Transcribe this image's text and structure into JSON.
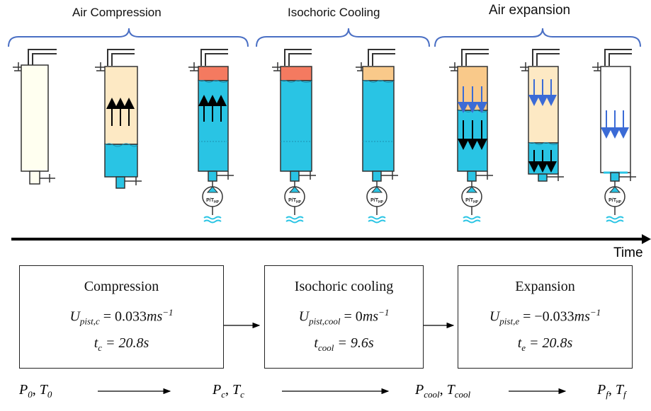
{
  "phases": {
    "compression": "Air Compression",
    "cooling": "Isochoric Cooling",
    "expansion": "Air expansion"
  },
  "pump_label": "P/T",
  "pump_sub": "HP",
  "time_label": "Time",
  "boxes": [
    {
      "title": "Compression",
      "u_sub": "pist,c",
      "u_value": "= 0.033",
      "u_unit": "ms",
      "u_exp": "−1",
      "t_sub": "c",
      "t_value": "= 20.8s"
    },
    {
      "title": "Isochoric cooling",
      "u_sub": "pist,cool",
      "u_value": "= 0",
      "u_unit": "ms",
      "u_exp": "−1",
      "t_sub": "cool",
      "t_value": "= 9.6s"
    },
    {
      "title": "Expansion",
      "u_sub": "pist,e",
      "u_value": "= −0.033",
      "u_unit": "ms",
      "u_exp": "−1",
      "t_sub": "e",
      "t_value": "= 20.8s"
    }
  ],
  "states": [
    {
      "p_sub": "0",
      "t_sub": "0"
    },
    {
      "p_sub": "c",
      "t_sub": "c"
    },
    {
      "p_sub": "cool",
      "t_sub": "cool"
    },
    {
      "p_sub": "f",
      "t_sub": "f"
    }
  ],
  "colors": {
    "brace": "#4a6fc4",
    "water": "#29c4e4",
    "air_warm": "#fde9c4",
    "air_hot": "#f47a60",
    "air_mid": "#f9c98a",
    "air_pale": "#fffff0",
    "down_arrow_blue": "#3b6bd6"
  }
}
